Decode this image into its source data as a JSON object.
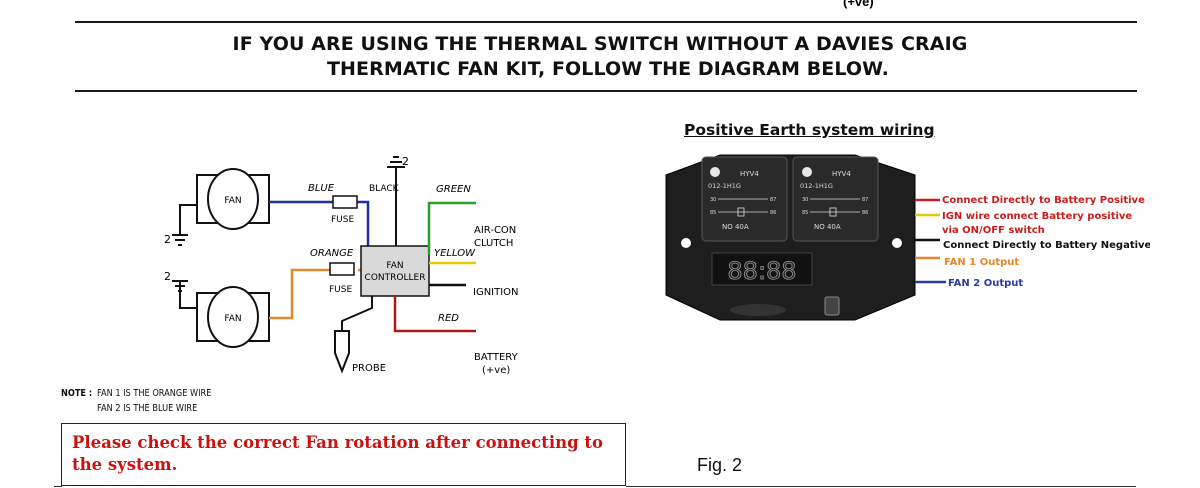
{
  "top_fragment": "(+ve)",
  "heading": {
    "line1": "IF YOU ARE USING THE THERMAL SWITCH WITHOUT A DAVIES CRAIG",
    "line2": "THERMATIC FAN KIT, FOLLOW THE DIAGRAM BELOW."
  },
  "wiring_diagram": {
    "fan1_label": "FAN",
    "fan2_label": "FAN",
    "earth_2": "2",
    "blue": "BLUE",
    "black": "BLACK",
    "green": "GREEN",
    "orange": "ORANGE",
    "yellow": "YELLOW",
    "red": "RED",
    "fuse1": "FUSE",
    "fuse2": "FUSE",
    "controller_line1": "FAN",
    "controller_line2": "CONTROLLER",
    "aircon_line1": "AIR-CON",
    "aircon_line2": "CLUTCH",
    "ignition": "IGNITION",
    "battery_line1": "BATTERY",
    "battery_line2": "(+ve)",
    "probe": "PROBE",
    "colors": {
      "blue": "#1f2fa0",
      "green": "#2aa02a",
      "orange": "#e08a2a",
      "yellow": "#e8c800",
      "red": "#b01818"
    }
  },
  "note": {
    "prefix": "NOTE :",
    "line1": "FAN 1 IS THE ORANGE WIRE",
    "line2": "FAN 2 IS THE BLUE WIRE"
  },
  "warning": "Please check the correct Fan rotation after connecting to the system.",
  "positive_earth": {
    "title": "Positive Earth system wiring",
    "relay_brand": "HYV4",
    "relay_model": "012-1H1G",
    "relay_rating": "NO 40A",
    "relay_pin_30": "30",
    "relay_pin_87": "87",
    "relay_pin_85": "85",
    "relay_pin_86": "86",
    "display": "88:88",
    "labels": [
      {
        "text": "Connect Directly to Battery Positive",
        "color": "#c81e1e"
      },
      {
        "text": "IGN wire connect Battery positive",
        "color": "#c81e1e"
      },
      {
        "text": "via ON/OFF switch",
        "color": "#c81e1e"
      },
      {
        "text": "Connect Directly to Battery Negative",
        "color": "#111111"
      },
      {
        "text": "FAN 1 Output",
        "color": "#e8862a"
      },
      {
        "text": "FAN 2 Output",
        "color": "#2b3aa8"
      }
    ],
    "wire_colors": [
      "#c81e1e",
      "#e8c800",
      "#111111",
      "#e8862a",
      "#2b3aa8"
    ]
  },
  "figure_caption": "Fig. 2"
}
